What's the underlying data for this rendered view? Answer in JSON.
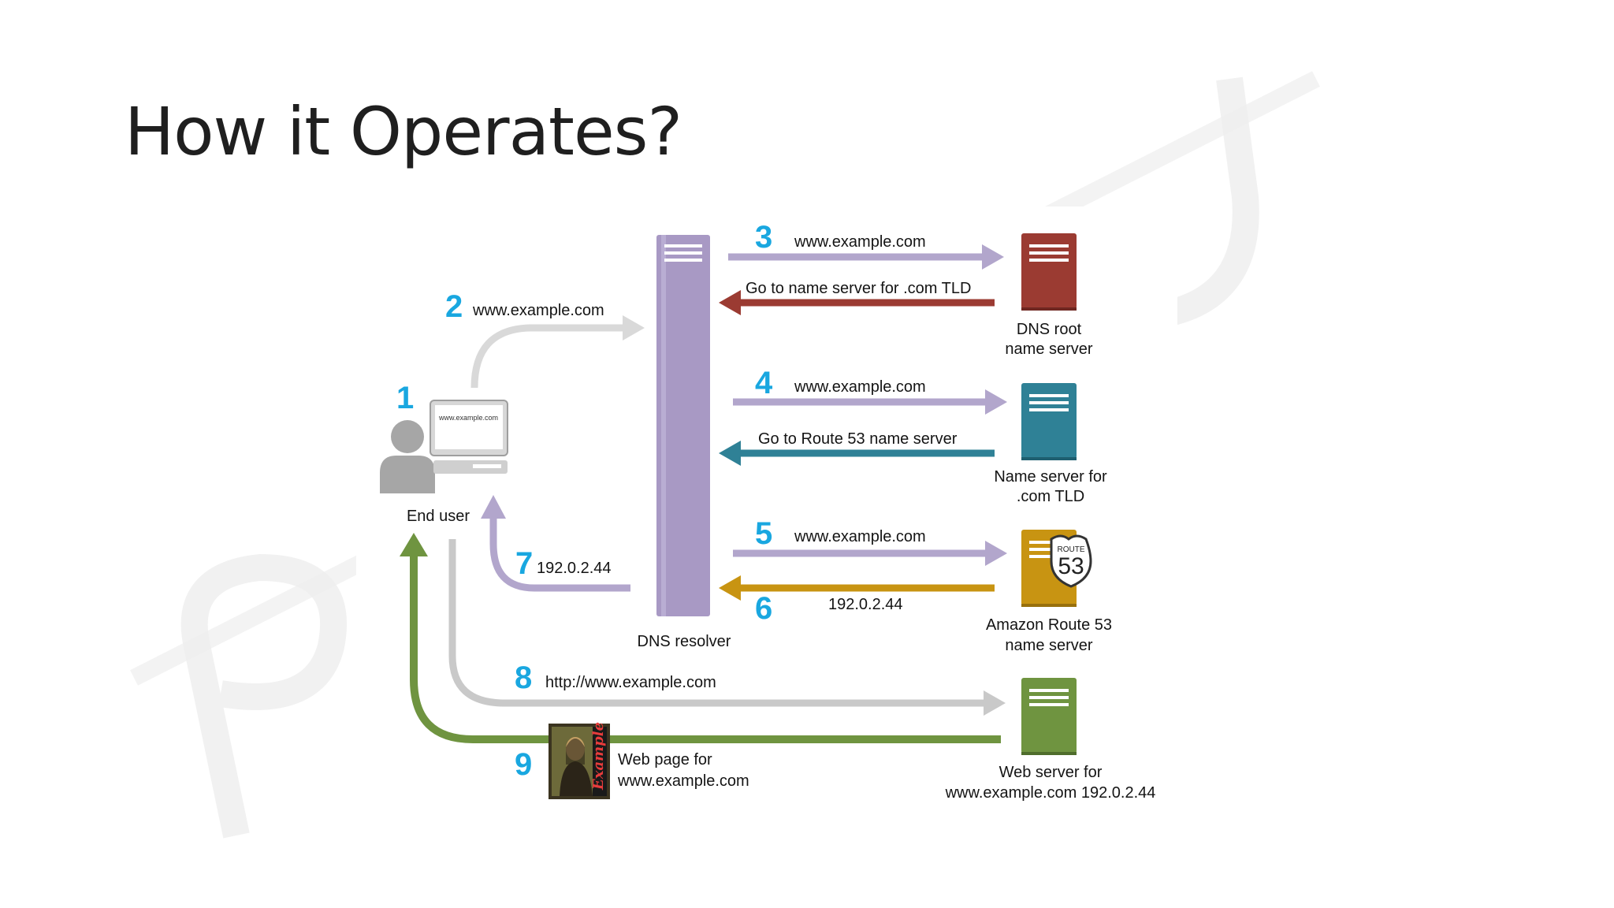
{
  "slide": {
    "title": "How it Operates?"
  },
  "colors": {
    "resolver": "#a899c4",
    "root": "#9b3b32",
    "tld": "#2f8196",
    "route53": "#c89412",
    "webserver": "#6f9440",
    "request_arrow": "#b2a6cc",
    "gray_arrow": "#c9c9c9",
    "step_number": "#19a7e0"
  },
  "icons": {
    "end_user": "person-with-computer-icon",
    "servers": "server-icon",
    "route53_shield": "route53-shield-icon",
    "web_page": "mona-lisa-thumbnail-icon"
  },
  "diagram": {
    "nodes": {
      "end_user": "End user",
      "monitor_text": "www.example.com",
      "dns_resolver": "DNS resolver",
      "root_server": [
        "DNS root",
        "name server"
      ],
      "tld_server": [
        "Name server for",
        ".com TLD"
      ],
      "route53_server": [
        "Amazon Route 53",
        "name server"
      ],
      "route53_badge": {
        "top": "ROUTE",
        "number": "53"
      },
      "web_server": [
        "Web server for",
        "www.example.com 192.0.2.44"
      ]
    },
    "steps": [
      {
        "n": "1",
        "label": ""
      },
      {
        "n": "2",
        "label": "www.example.com"
      },
      {
        "n": "3",
        "label": "www.example.com"
      },
      {
        "n": "3",
        "reply": "Go to name server for .com TLD"
      },
      {
        "n": "4",
        "label": "www.example.com"
      },
      {
        "n": "4",
        "reply": "Go to Route 53 name server"
      },
      {
        "n": "5",
        "label": "www.example.com"
      },
      {
        "n": "6",
        "label": "192.0.2.44"
      },
      {
        "n": "7",
        "label": "192.0.2.44"
      },
      {
        "n": "8",
        "label": "http://www.example.com"
      },
      {
        "n": "9",
        "label": "Web page for",
        "label2": "www.example.com",
        "badge": "Example"
      }
    ]
  }
}
